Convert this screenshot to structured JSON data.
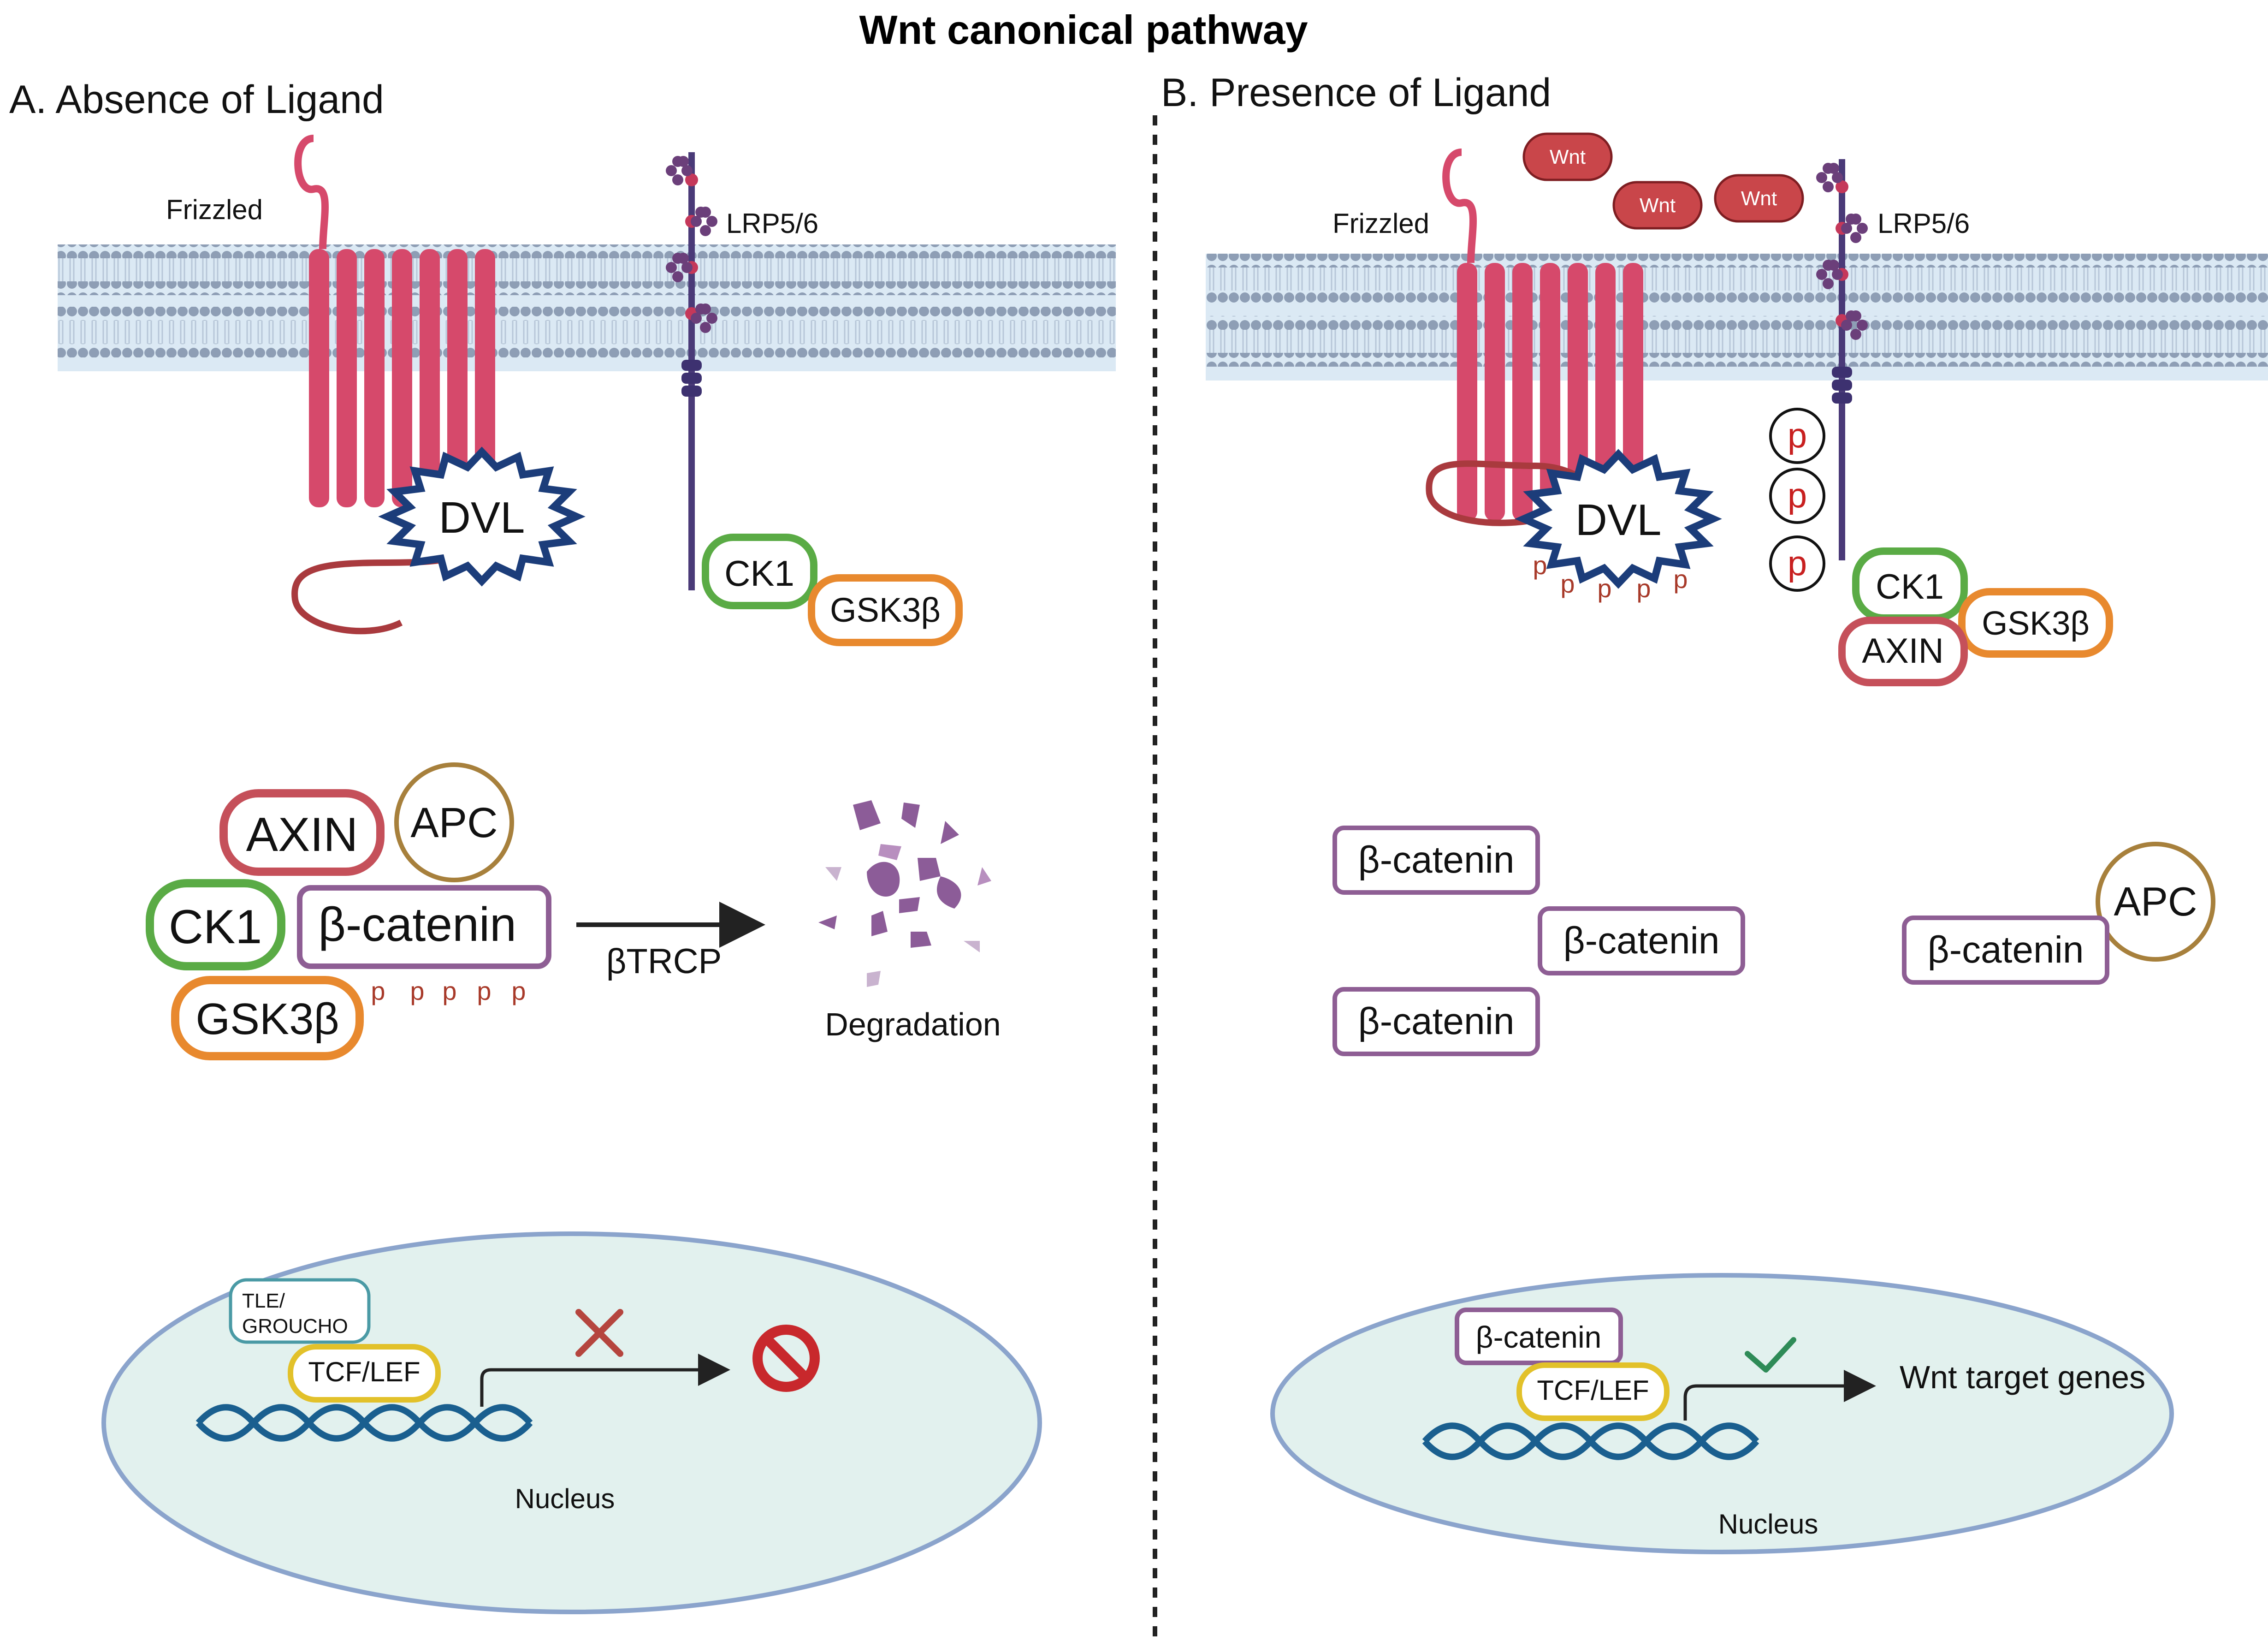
{
  "title": "Wnt canonical pathway",
  "panel_a": {
    "heading": "A. Absence of Ligand",
    "frizzled_label": "Frizzled",
    "lrp_label": "LRP5/6",
    "dvl_label": "DVL",
    "membrane_kinases": {
      "ck1": "CK1",
      "gsk3b": "GSK3β"
    },
    "destruction_complex": {
      "axin": "AXIN",
      "apc": "APC",
      "ck1": "CK1",
      "beta_catenin": "β-catenin",
      "gsk3b": "GSK3β",
      "phospho": [
        "p",
        "p",
        "p",
        "p",
        "p"
      ]
    },
    "arrow_label": "βTRCP",
    "degradation_label": "Degradation",
    "nucleus": {
      "tle_line1": "TLE/",
      "tle_line2": "GROUCHO",
      "tcf": "TCF/LEF",
      "label": "Nucleus"
    }
  },
  "panel_b": {
    "heading": "B. Presence of Ligand",
    "wnt_ligands": [
      "Wnt",
      "Wnt",
      "Wnt"
    ],
    "frizzled_label": "Frizzled",
    "lrp_label": "LRP5/6",
    "dvl_label": "DVL",
    "dvl_phospho": [
      "p",
      "p",
      "p",
      "p",
      "p"
    ],
    "lrp_phospho": [
      "p",
      "p",
      "p"
    ],
    "recruited": {
      "ck1": "CK1",
      "gsk3b": "GSK3β",
      "axin": "AXIN"
    },
    "free_beta_catenin": [
      "β-catenin",
      "β-catenin",
      "β-catenin",
      "β-catenin"
    ],
    "apc": "APC",
    "nucleus": {
      "beta_catenin": "β-catenin",
      "tcf": "TCF/LEF",
      "target": "Wnt target genes",
      "label": "Nucleus"
    }
  },
  "colors": {
    "frizzled": "#d6496b",
    "frizzled_dark": "#a93a3e",
    "lrp": "#4a3a78",
    "lrp_flower": "#6b3f7a",
    "dvl": "#1c3d7a",
    "ck1": "#5aab45",
    "gsk3b": "#e8892e",
    "axin": "#c5505a",
    "apc": "#a7803c",
    "beta_catenin": "#8e5e94",
    "wnt_fill": "#c9464a",
    "phospho": "#a83a2a",
    "tle": "#4a9aa5",
    "tcf": "#e2c12a",
    "dna": "#1a5f8f",
    "nucleus_fill": "#e2f1ee",
    "nucleus_stroke": "#8ba4cc",
    "membrane_head": "#8e9eb5",
    "membrane_mid": "#dbe9f4",
    "block": "#c8282c",
    "check": "#2e8b57",
    "cross": "#b5453e"
  }
}
